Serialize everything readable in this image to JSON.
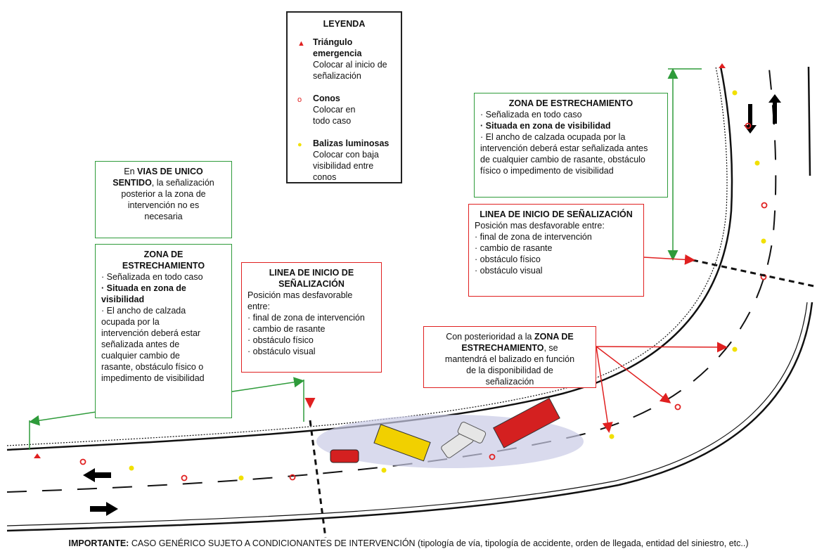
{
  "legend": {
    "title": "LEYENDA",
    "items": [
      {
        "name": "Triángulo emergencia",
        "desc1": "Colocar al inicio de",
        "desc2": "señalización",
        "symbol": "▲",
        "color": "#e02020"
      },
      {
        "name": "Conos",
        "desc1": "Colocar en",
        "desc2": "todo caso",
        "symbol": "o",
        "color": "#e02020"
      },
      {
        "name": "Balizas luminosas",
        "desc1": "Colocar con baja",
        "desc2": "visibilidad entre conos",
        "symbol": "●",
        "color": "#f1e000"
      }
    ]
  },
  "one_way_note": {
    "l1a": "En ",
    "l1b": "VIAS DE UNICO",
    "l2": "SENTIDO",
    "l2b": ", la señalización",
    "l3": "posterior a la zona de",
    "l4": "intervención no es",
    "l5": "necesaria"
  },
  "zone_left": {
    "title1": "ZONA DE",
    "title2": "ESTRECHAMIENTO",
    "lines": [
      "· Señalizada en todo caso",
      "· Situada en zona de",
      "visibilidad",
      "· El ancho de calzada",
      "ocupada por la",
      "intervención deberá estar",
      "señalizada antes de",
      "cualquier cambio de",
      "rasante, obstáculo físico o",
      "impedimento de visibilidad"
    ]
  },
  "zone_right": {
    "title": "ZONA DE ESTRECHAMIENTO",
    "lines": [
      "· Señalizada en todo caso",
      "· Situada en zona de visibilidad",
      "· El ancho de calzada ocupada por la",
      "intervención deberá estar señalizada antes",
      "de cualquier cambio de rasante, obstáculo",
      "físico o impedimento de visibilidad"
    ]
  },
  "start_left": {
    "title1": "LINEA DE INICIO DE",
    "title2": "SEÑALIZACIÓN",
    "intro": "Posición mas desfavorable entre:",
    "items": [
      "· final de zona de intervención",
      "· cambio de rasante",
      "· obstáculo físico",
      "· obstáculo visual"
    ]
  },
  "start_right": {
    "title": "LINEA DE INICIO DE  SEÑALIZACIÓN",
    "intro": "Posición mas desfavorable entre:",
    "items": [
      "· final de zona de intervención",
      "· cambio de rasante",
      "· obstáculo físico",
      "· obstáculo visual"
    ]
  },
  "after_zone": {
    "l1a": "Con posterioridad a la ",
    "l1b": "ZONA DE",
    "l2a": "ESTRECHAMIENTO",
    "l2b": ", se",
    "l3": "mantendrá el balizado en función",
    "l4": "de la disponibilidad de",
    "l5": "señalización"
  },
  "footer": {
    "label": "IMPORTANTE:",
    "text": " CASO GENÉRICO SUJETO A CONDICIONANTES DE INTERVENCIÓN (tipología de vía, tipología de accidente, orden de llegada, entidad del siniestro, etc..)"
  },
  "colors": {
    "red": "#e02020",
    "green": "#2e9b3a",
    "cone": "#e02020",
    "beacon": "#f1e000",
    "road": "#111111"
  }
}
